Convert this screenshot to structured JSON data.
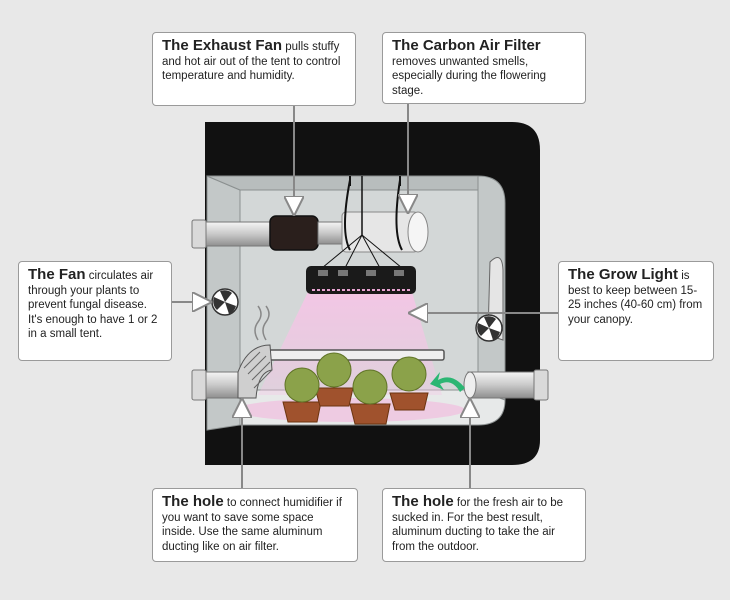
{
  "callouts": {
    "exhaust_fan": {
      "title": "The Exhaust Fan",
      "body": "pulls stuffy and hot air out of the tent to control temperature and humidity."
    },
    "carbon_filter": {
      "title": "The Carbon Air Filter",
      "body": "removes unwanted smells, especially during the flowering stage."
    },
    "fan": {
      "title": "The Fan",
      "body": "circulates air through your plants to prevent fungal disease. It's enough to have 1 or 2 in a small tent."
    },
    "grow_light": {
      "title": "The Grow Light",
      "body": "is best to keep between 15-25 inches (40-60 cm) from your canopy."
    },
    "hole_humidifier": {
      "title": "The hole",
      "body": "to connect humidifier if you want to save some space inside. Use the same aluminum ducting like on air filter."
    },
    "hole_fresh_air": {
      "title": "The hole",
      "body": "for the fresh air to be sucked in. For the best result, aluminum ducting to take the air from the outdoor."
    }
  },
  "colors": {
    "background": "#e8e8e8",
    "tent_frame": "#111111",
    "tent_interior": "#d3d7d7",
    "light_beam": "#f3b8de",
    "plants": "#7a8f3e",
    "pots": "#a0522d",
    "arrow_green": "#2bb673",
    "callout_border": "#9a9a9a"
  }
}
